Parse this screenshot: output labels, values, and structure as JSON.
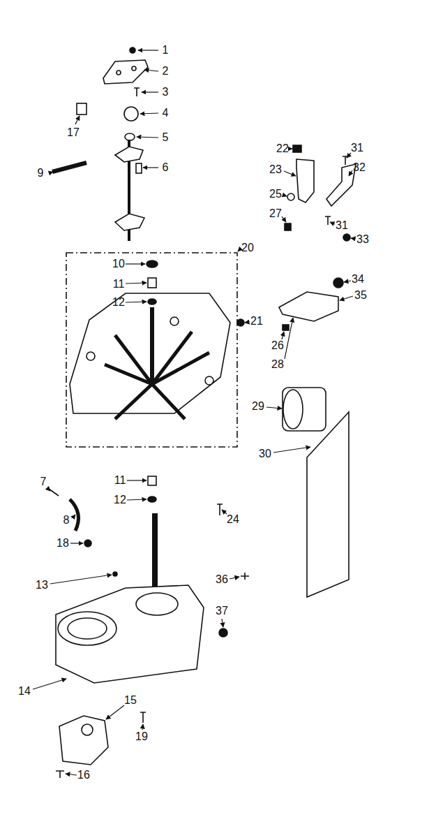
{
  "diagram": {
    "labels": [
      "1",
      "2",
      "3",
      "17",
      "4",
      "5",
      "9",
      "6",
      "22",
      "31",
      "23",
      "32",
      "25",
      "27",
      "31",
      "33",
      "34",
      "35",
      "10",
      "20",
      "11",
      "12",
      "21",
      "26",
      "28",
      "29",
      "30",
      "7",
      "11",
      "8",
      "12",
      "24",
      "18",
      "36",
      "13",
      "37",
      "14",
      "15",
      "19",
      "16"
    ]
  }
}
